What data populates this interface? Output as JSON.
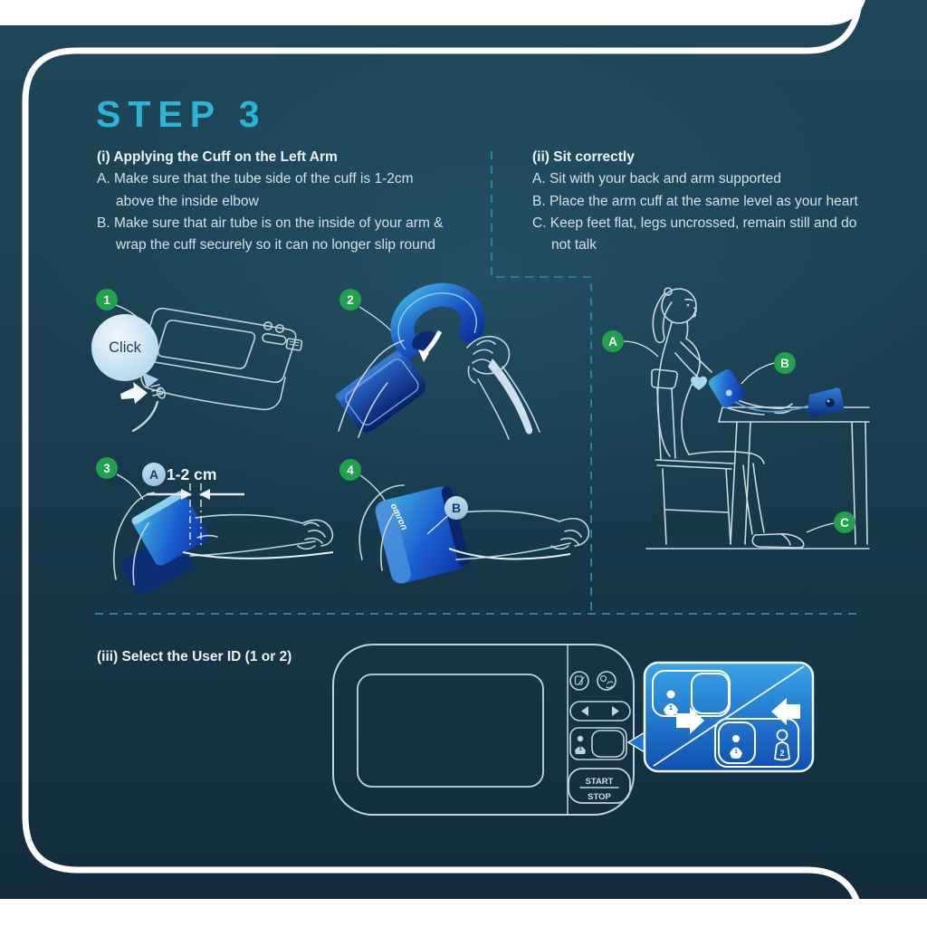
{
  "title": "STEP 3",
  "sections": {
    "apply": {
      "heading": "(i) Applying the Cuff on the Left Arm",
      "line1": "A. Make sure that the tube side of the cuff is 1-2cm",
      "line2": "above the inside elbow",
      "line3": "B. Make sure that air tube is on the inside of your arm &",
      "line4": "wrap the cuff securely so it can no longer slip round"
    },
    "sit": {
      "heading": "(ii) Sit correctly",
      "line1": "A. Sit with your back and arm supported",
      "line2": "B. Place the arm cuff at the same level as your heart",
      "line3": "C. Keep feet flat, legs uncrossed, remain still and do",
      "line4": "not talk"
    },
    "user": {
      "heading": "(iii) Select the User ID (1 or 2)"
    }
  },
  "figures": {
    "step1": {
      "number": "1",
      "bubble": "Click"
    },
    "step2": {
      "number": "2"
    },
    "step3": {
      "number": "3",
      "badge": "A",
      "measurement": "1-2 cm"
    },
    "step4": {
      "number": "4",
      "badge": "B",
      "brand": "omron"
    },
    "sitting": {
      "badge_a": "A",
      "badge_b": "B",
      "badge_c": "C"
    },
    "device": {
      "start": "START",
      "stop": "STOP",
      "user1": "1"
    },
    "callout": {
      "user1": "1",
      "knob_user": "1",
      "user2": "2"
    }
  },
  "colors": {
    "background_top": "#1f4758",
    "background_bottom": "#112b3c",
    "accent_cyan": "#2ab5d6",
    "badge_green": "#1fa24b",
    "badge_lightblue": "#a9cee8",
    "cuff_blue": "#1b5fd0",
    "cuff_dark_blue": "#0c2f9e",
    "callout_blue_top": "#3aa3e8",
    "callout_blue_bottom": "#0e4fb2",
    "line_art": "#c3d3dd",
    "dash_teal": "#2d8099",
    "swoosh_white": "#ffffff"
  }
}
